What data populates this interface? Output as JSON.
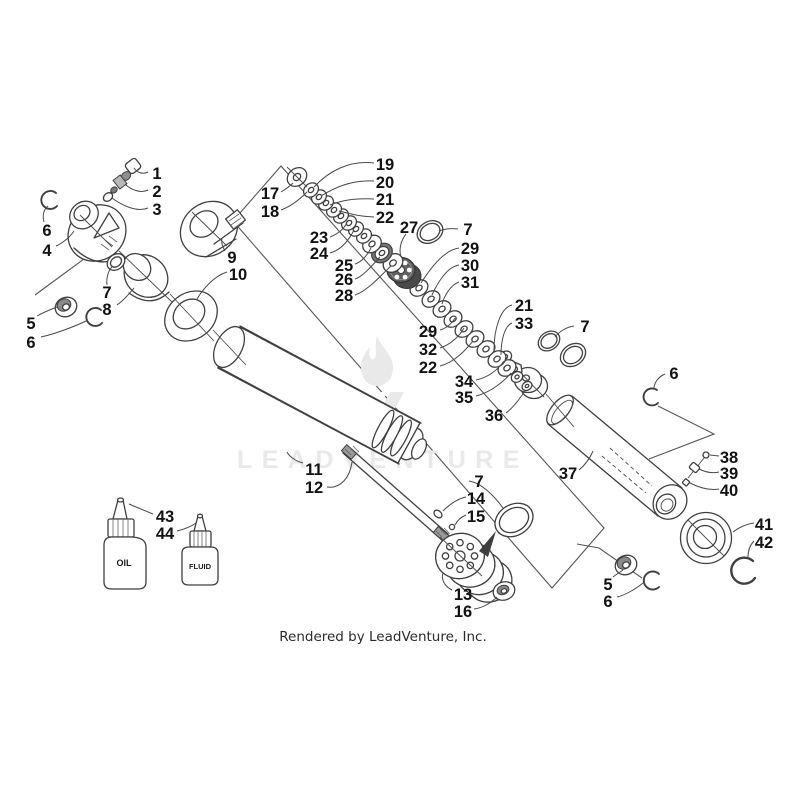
{
  "diagram": {
    "watermark": {
      "logo_icon": "flame-v-logo",
      "text": "LEADVENTURE"
    },
    "footer": {
      "credit": "Rendered by LeadVenture, Inc."
    },
    "bottles": {
      "oil": "OIL",
      "fluid": "FLUID"
    },
    "colors": {
      "line": "#3f3f3f",
      "label": "#121212",
      "watermark": "#e9e9e9",
      "shade": "#8a8a8a"
    }
  },
  "callouts": [
    "1",
    "2",
    "3",
    "6",
    "4",
    "7",
    "8",
    "5",
    "6",
    "9",
    "10",
    "17",
    "18",
    "19",
    "20",
    "21",
    "22",
    "23",
    "24",
    "25",
    "26",
    "28",
    "27",
    "7",
    "29",
    "30",
    "31",
    "29",
    "32",
    "22",
    "21",
    "33",
    "7",
    "34",
    "35",
    "36",
    "6",
    "37",
    "38",
    "39",
    "40",
    "41",
    "42",
    "5",
    "6",
    "11",
    "12",
    "7",
    "14",
    "15",
    "13",
    "16",
    "43",
    "44"
  ]
}
